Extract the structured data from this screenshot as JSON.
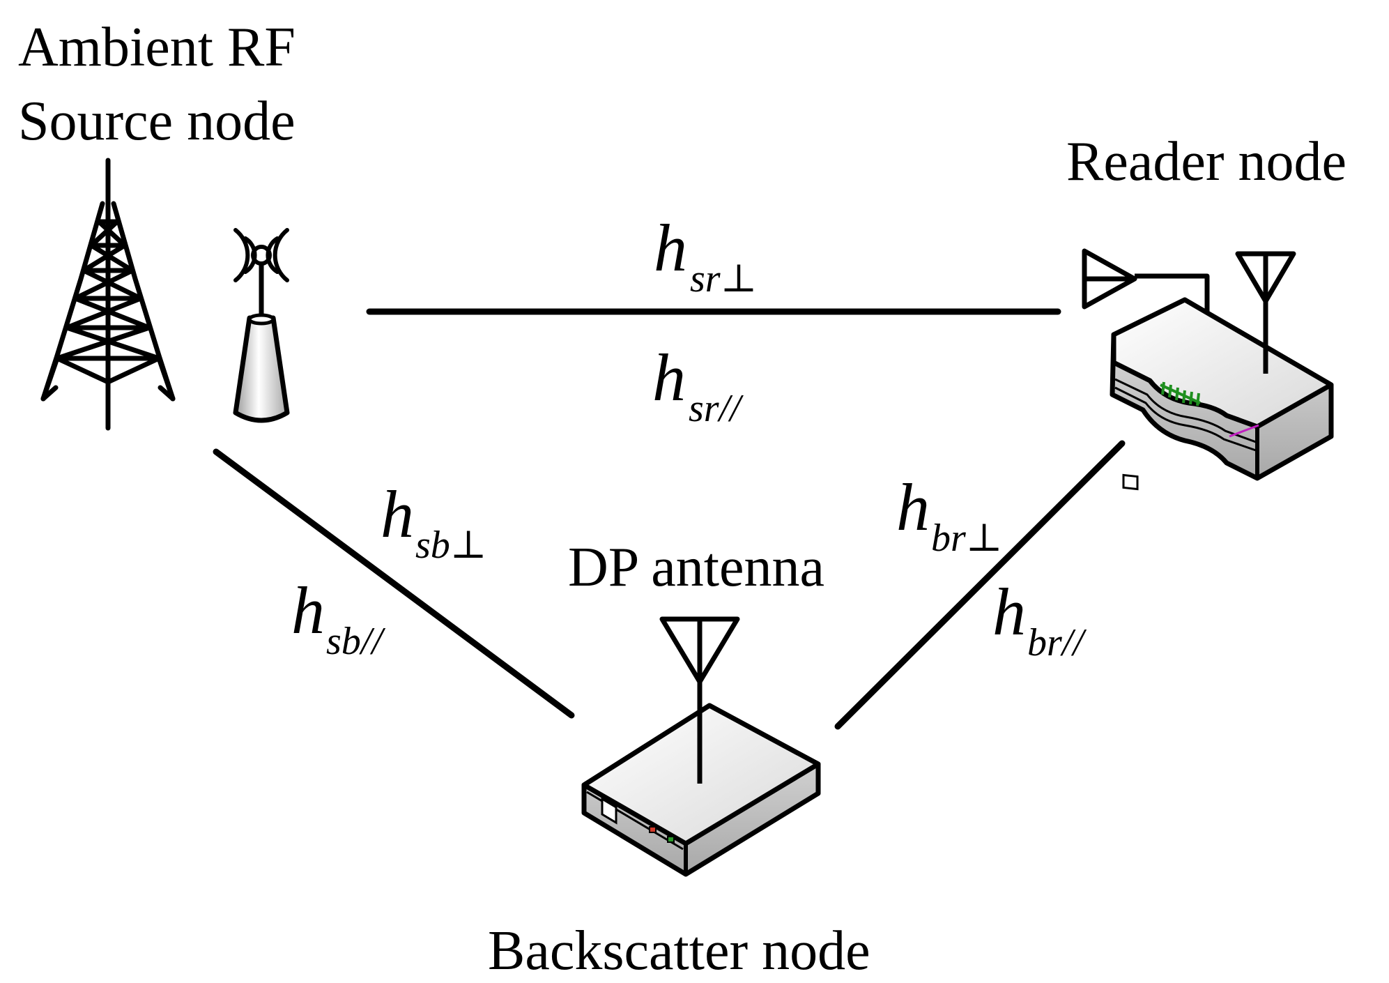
{
  "labels": {
    "source_line1": "Ambient RF",
    "source_line2": "Source node",
    "reader": "Reader node",
    "dp_antenna": "DP antenna",
    "backscatter": "Backscatter node"
  },
  "channels": {
    "sr_perp": {
      "base": "h",
      "sub": "sr⊥"
    },
    "sr_par": {
      "base": "h",
      "sub": "sr//"
    },
    "sb_perp": {
      "base": "h",
      "sub": "sb⊥"
    },
    "sb_par": {
      "base": "h",
      "sub": "sb//"
    },
    "br_perp": {
      "base": "h",
      "sub": "br⊥"
    },
    "br_par": {
      "base": "h",
      "sub": "br//"
    }
  },
  "colors": {
    "line": "#000000",
    "device_top": "#f4f4f4",
    "device_side": "#cfcfcf",
    "device_shadow": "#9a9a9a",
    "led_red": "#d23a2a",
    "led_green": "#2a9a2a",
    "reader_slot_green": "#1f8f1f",
    "reader_slot_magenta": "#c020c0"
  },
  "icons": {
    "source_tower": "lattice-tower-icon",
    "source_radio": "wireless-antenna-icon",
    "reader_device": "wireless-router-icon",
    "backscatter_device": "backscatter-device-icon",
    "dp_antenna": "dipole-antenna-icon"
  }
}
